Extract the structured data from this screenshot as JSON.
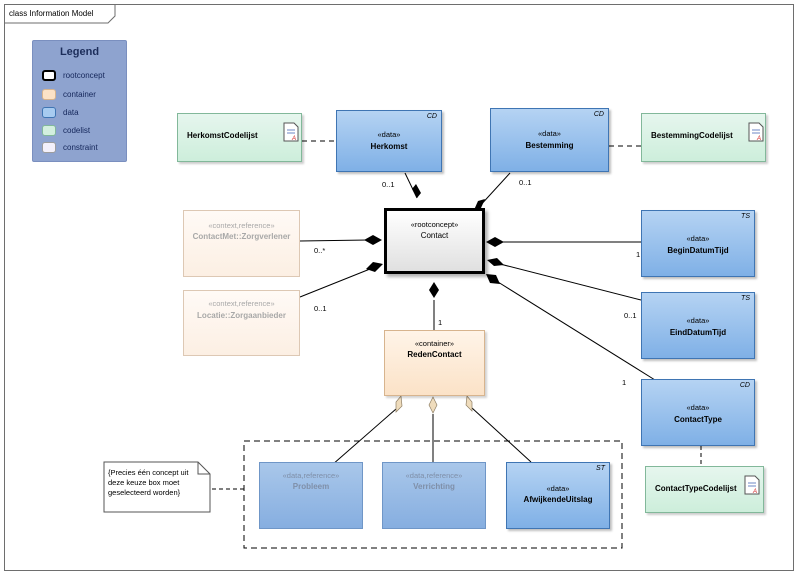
{
  "diagram": {
    "title": "class Information Model"
  },
  "legend": {
    "title": "Legend",
    "items": [
      {
        "label": "rootconcept",
        "color": "#ffffff",
        "border": "#000000"
      },
      {
        "label": "container",
        "color": "#fbe2c7",
        "border": "#d7b48e"
      },
      {
        "label": "data",
        "color": "#a7cbf0",
        "border": "#3f75b3"
      },
      {
        "label": "codelist",
        "color": "#d3efdf",
        "border": "#82b89a"
      },
      {
        "label": "constraint",
        "color": "#f3f0fb",
        "border": "#9d9d9d"
      }
    ]
  },
  "classes": {
    "herkomst_codelijst": {
      "name": "HerkomstCodelijst"
    },
    "herkomst": {
      "stereotype": "«data»",
      "name": "Herkomst",
      "tag": "CD"
    },
    "bestemming": {
      "stereotype": "«data»",
      "name": "Bestemming",
      "tag": "CD"
    },
    "bestemming_codelijst": {
      "name": "BestemmingCodelijst"
    },
    "contactmet": {
      "stereotype": "«context,reference»",
      "name": "ContactMet::Zorgverlener"
    },
    "contact": {
      "stereotype": "«rootconcept»",
      "name": "Contact"
    },
    "begindatumtijd": {
      "stereotype": "«data»",
      "name": "BeginDatumTijd",
      "tag": "TS"
    },
    "locatie": {
      "stereotype": "«context,reference»",
      "name": "Locatie::Zorgaanbieder"
    },
    "einddatumtijd": {
      "stereotype": "«data»",
      "name": "EindDatumTijd",
      "tag": "TS"
    },
    "redencontact": {
      "stereotype": "«container»",
      "name": "RedenContact"
    },
    "contacttype": {
      "stereotype": "«data»",
      "name": "ContactType",
      "tag": "CD"
    },
    "contacttype_codelijst": {
      "name": "ContactTypeCodelijst"
    },
    "probleem": {
      "stereotype": "«data,reference»",
      "name": "Probleem"
    },
    "verrichting": {
      "stereotype": "«data,reference»",
      "name": "Verrichting"
    },
    "afwijkendeuitslag": {
      "stereotype": "«data»",
      "name": "AfwijkendeUitslag",
      "tag": "ST"
    }
  },
  "multiplicities": {
    "herkomst": "0..1",
    "bestemming": "0..1",
    "contactmet": "0..*",
    "locatie": "0..1",
    "begindatumtijd": "1",
    "einddatumtijd": "0..1",
    "redencontact": "1",
    "contacttype": "1"
  },
  "note": {
    "lines": [
      "{Precies één concept uit",
      "deze keuze box moet",
      "geselecteerd worden}"
    ]
  },
  "colors": {
    "data": "#8fbbea",
    "codelist": "#d3efdf",
    "container": "#fbe2c7",
    "reference": "#fcefe3",
    "aggregation_fill": "#000000",
    "container_diamond": "#efdcbc"
  }
}
